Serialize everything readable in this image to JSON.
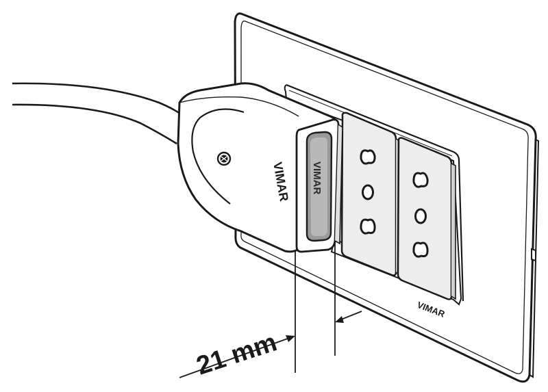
{
  "dimension": {
    "value_label": "21 mm"
  },
  "plug": {
    "brand_side": "VIMAR",
    "brand_face": "VIMAR"
  },
  "wall_plate": {
    "brand": "VIMAR"
  },
  "sockets": [
    {
      "name": "socket-left"
    },
    {
      "name": "socket-right"
    }
  ],
  "colors": {
    "line": "#1a1a1a",
    "plate_fill": "#ffffff",
    "socket_fill": "#ededed",
    "plug_face_insert": "#9a9a9a"
  }
}
